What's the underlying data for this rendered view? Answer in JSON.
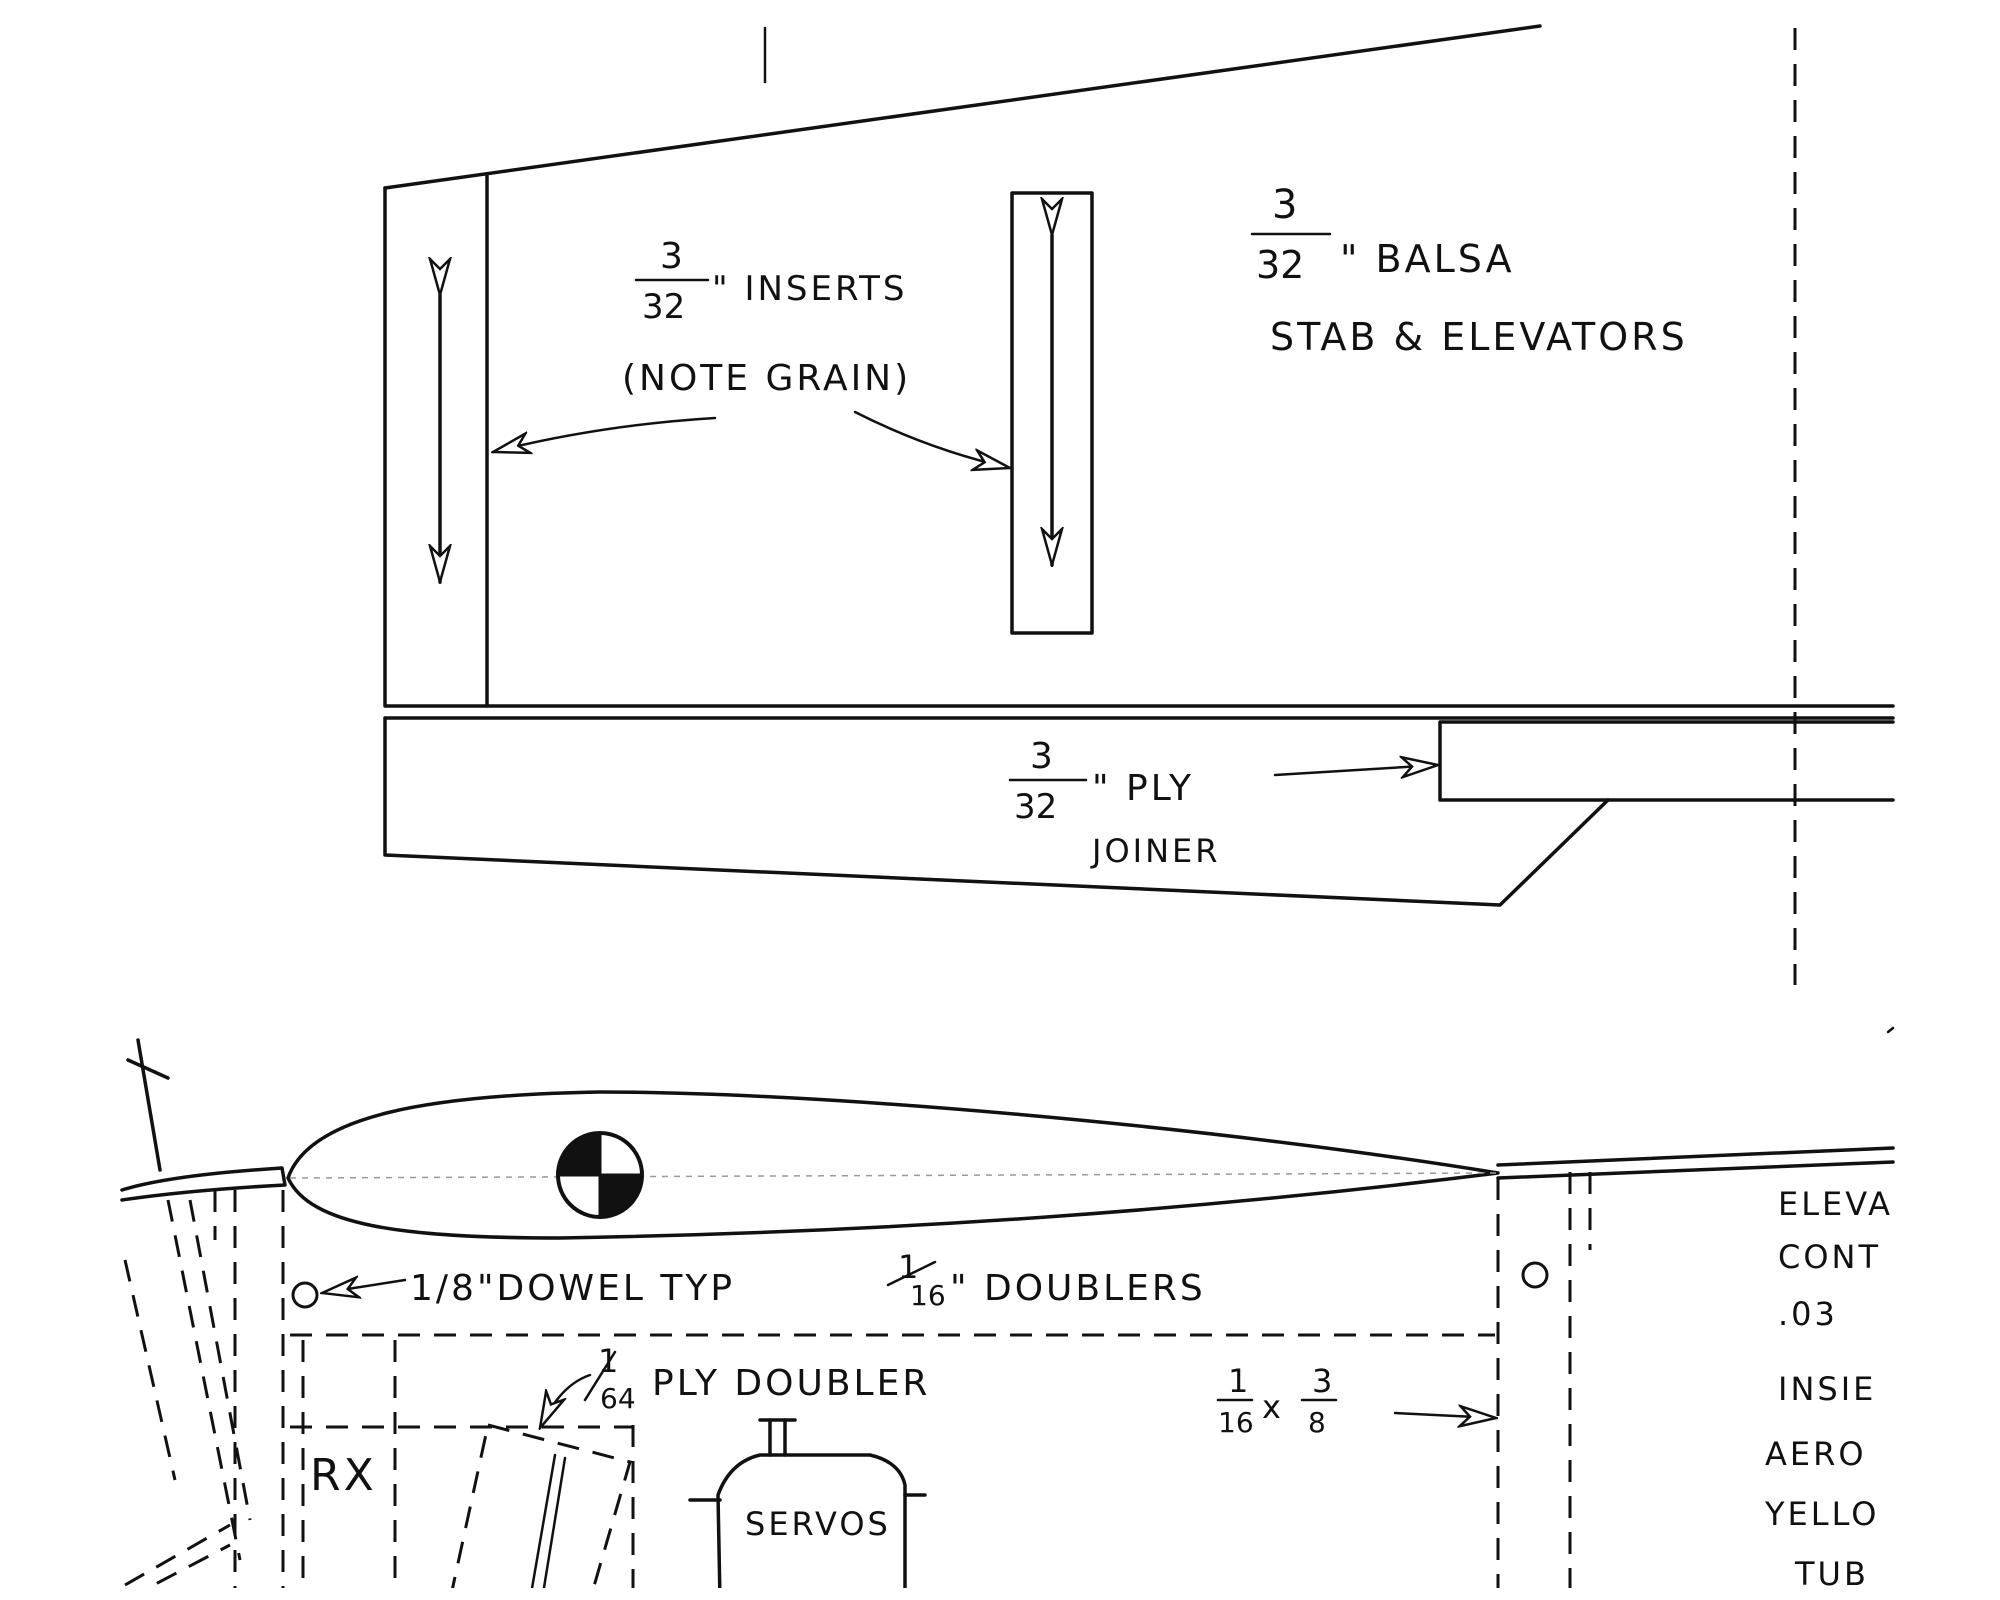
{
  "labels": {
    "inserts_frac_num": "3",
    "inserts_frac_den": "32",
    "inserts_suffix": "\" INSERTS",
    "inserts_note": "(NOTE GRAIN)",
    "balsa_frac_num": "3",
    "balsa_frac_den": "32",
    "balsa_suffix": "\" BALSA",
    "balsa_line2": "STAB & ELEVATORS",
    "ply_frac_num": "3",
    "ply_frac_den": "32",
    "ply_suffix": "\" PLY",
    "ply_line2": "JOINER",
    "dowel": "1/8\"DOWEL TYP",
    "doublers_frac_num": "1",
    "doublers_frac_den": "16",
    "doublers_suffix": "\" DOUBLERS",
    "plydoubler_frac_num": "1",
    "plydoubler_frac_den": "64",
    "plydoubler_suffix": "PLY DOUBLER",
    "strip_a_num": "1",
    "strip_a_den": "16",
    "strip_x": "x",
    "strip_b_num": "3",
    "strip_b_den": "8",
    "rx": "RX",
    "servos": "SERVOS",
    "side_1": "ELEVA",
    "side_2": "CONT",
    "side_3": ".03",
    "side_4": "INSIE",
    "side_5": "AERO",
    "side_6": "YELLO",
    "side_7": "TUB"
  }
}
